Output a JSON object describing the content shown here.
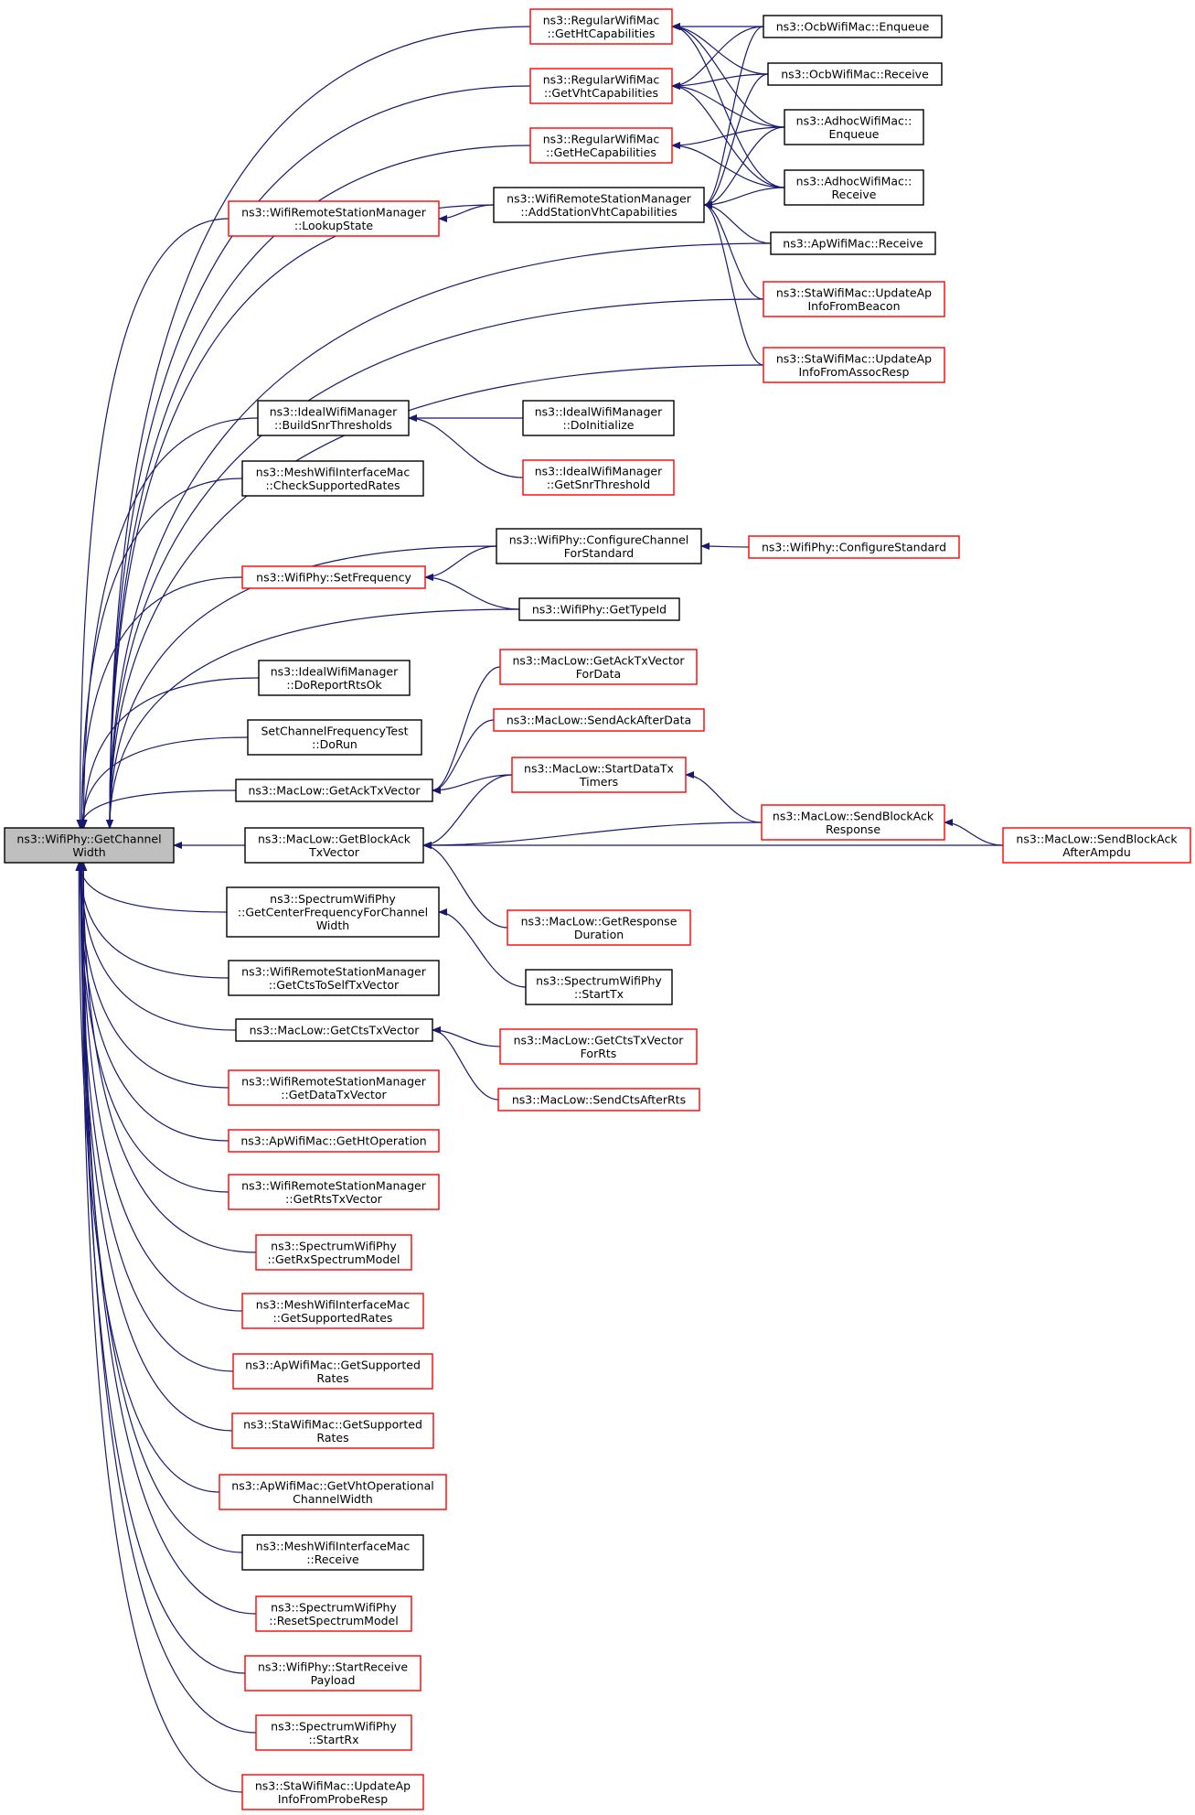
{
  "graph": {
    "root_label": [
      "ns3::WifiPhy::GetChannel",
      "Width"
    ],
    "edge_color": "#191970",
    "root_fill": "#bfbfbf",
    "nodes": [
      {
        "id": "root",
        "lines": [
          "ns3::WifiPhy::GetChannel",
          "Width"
        ],
        "style": "root"
      },
      {
        "id": "ht",
        "lines": [
          "ns3::RegularWifiMac",
          "::GetHtCapabilities"
        ],
        "style": "red"
      },
      {
        "id": "vht",
        "lines": [
          "ns3::RegularWifiMac",
          "::GetVhtCapabilities"
        ],
        "style": "red"
      },
      {
        "id": "he",
        "lines": [
          "ns3::RegularWifiMac",
          "::GetHeCapabilities"
        ],
        "style": "red"
      },
      {
        "id": "lookup",
        "lines": [
          "ns3::WifiRemoteStationManager",
          "::LookupState"
        ],
        "style": "red"
      },
      {
        "id": "addvht",
        "lines": [
          "ns3::WifiRemoteStationManager",
          "::AddStationVhtCapabilities"
        ],
        "style": "black"
      },
      {
        "id": "ocbenq",
        "lines": [
          "ns3::OcbWifiMac::Enqueue"
        ],
        "style": "black"
      },
      {
        "id": "ocbrecv",
        "lines": [
          "ns3::OcbWifiMac::Receive"
        ],
        "style": "black"
      },
      {
        "id": "adhocenq",
        "lines": [
          "ns3::AdhocWifiMac::",
          "Enqueue"
        ],
        "style": "black"
      },
      {
        "id": "adhocrecv",
        "lines": [
          "ns3::AdhocWifiMac::",
          "Receive"
        ],
        "style": "black"
      },
      {
        "id": "aprecv",
        "lines": [
          "ns3::ApWifiMac::Receive"
        ],
        "style": "black"
      },
      {
        "id": "staupdbeacon",
        "lines": [
          "ns3::StaWifiMac::UpdateAp",
          "InfoFromBeacon"
        ],
        "style": "red"
      },
      {
        "id": "staupdassoc",
        "lines": [
          "ns3::StaWifiMac::UpdateAp",
          "InfoFromAssocResp"
        ],
        "style": "red"
      },
      {
        "id": "buildsnr",
        "lines": [
          "ns3::IdealWifiManager",
          "::BuildSnrThresholds"
        ],
        "style": "black"
      },
      {
        "id": "doinit",
        "lines": [
          "ns3::IdealWifiManager",
          "::DoInitialize"
        ],
        "style": "black"
      },
      {
        "id": "getsnr",
        "lines": [
          "ns3::IdealWifiManager",
          "::GetSnrThreshold"
        ],
        "style": "red"
      },
      {
        "id": "checkrates",
        "lines": [
          "ns3::MeshWifiInterfaceMac",
          "::CheckSupportedRates"
        ],
        "style": "black"
      },
      {
        "id": "configchan",
        "lines": [
          "ns3::WifiPhy::ConfigureChannel",
          "ForStandard"
        ],
        "style": "black"
      },
      {
        "id": "configstd",
        "lines": [
          "ns3::WifiPhy::ConfigureStandard"
        ],
        "style": "red"
      },
      {
        "id": "setfreq",
        "lines": [
          "ns3::WifiPhy::SetFrequency"
        ],
        "style": "red"
      },
      {
        "id": "gettypeid",
        "lines": [
          "ns3::WifiPhy::GetTypeId"
        ],
        "style": "black"
      },
      {
        "id": "doreport",
        "lines": [
          "ns3::IdealWifiManager",
          "::DoReportRtsOk"
        ],
        "style": "black"
      },
      {
        "id": "setchantest",
        "lines": [
          "SetChannelFrequencyTest",
          "::DoRun"
        ],
        "style": "black"
      },
      {
        "id": "getacktx",
        "lines": [
          "ns3::MacLow::GetAckTxVector"
        ],
        "style": "black"
      },
      {
        "id": "getacktxdata",
        "lines": [
          "ns3::MacLow::GetAckTxVector",
          "ForData"
        ],
        "style": "red"
      },
      {
        "id": "sendack",
        "lines": [
          "ns3::MacLow::SendAckAfterData"
        ],
        "style": "red"
      },
      {
        "id": "startdata",
        "lines": [
          "ns3::MacLow::StartDataTx",
          "Timers"
        ],
        "style": "red"
      },
      {
        "id": "getblockack",
        "lines": [
          "ns3::MacLow::GetBlockAck",
          "TxVector"
        ],
        "style": "black"
      },
      {
        "id": "sendblockresp",
        "lines": [
          "ns3::MacLow::SendBlockAck",
          "Response"
        ],
        "style": "red"
      },
      {
        "id": "sendblockampdu",
        "lines": [
          "ns3::MacLow::SendBlockAck",
          "AfterAmpdu"
        ],
        "style": "red"
      },
      {
        "id": "getresp",
        "lines": [
          "ns3::MacLow::GetResponse",
          "Duration"
        ],
        "style": "red"
      },
      {
        "id": "getcenter",
        "lines": [
          "ns3::SpectrumWifiPhy",
          "::GetCenterFrequencyForChannel",
          "Width"
        ],
        "style": "black"
      },
      {
        "id": "starttx",
        "lines": [
          "ns3::SpectrumWifiPhy",
          "::StartTx"
        ],
        "style": "black"
      },
      {
        "id": "getctsself",
        "lines": [
          "ns3::WifiRemoteStationManager",
          "::GetCtsToSelfTxVector"
        ],
        "style": "black"
      },
      {
        "id": "getctstx",
        "lines": [
          "ns3::MacLow::GetCtsTxVector"
        ],
        "style": "black"
      },
      {
        "id": "getctstxrts",
        "lines": [
          "ns3::MacLow::GetCtsTxVector",
          "ForRts"
        ],
        "style": "red"
      },
      {
        "id": "sendcts",
        "lines": [
          "ns3::MacLow::SendCtsAfterRts"
        ],
        "style": "red"
      },
      {
        "id": "getdatatx",
        "lines": [
          "ns3::WifiRemoteStationManager",
          "::GetDataTxVector"
        ],
        "style": "red"
      },
      {
        "id": "gethtop",
        "lines": [
          "ns3::ApWifiMac::GetHtOperation"
        ],
        "style": "red"
      },
      {
        "id": "getrtstx",
        "lines": [
          "ns3::WifiRemoteStationManager",
          "::GetRtsTxVector"
        ],
        "style": "red"
      },
      {
        "id": "getrxspec",
        "lines": [
          "ns3::SpectrumWifiPhy",
          "::GetRxSpectrumModel"
        ],
        "style": "red"
      },
      {
        "id": "meshgetsup",
        "lines": [
          "ns3::MeshWifiInterfaceMac",
          "::GetSupportedRates"
        ],
        "style": "red"
      },
      {
        "id": "apgetsup",
        "lines": [
          "ns3::ApWifiMac::GetSupported",
          "Rates"
        ],
        "style": "red"
      },
      {
        "id": "stagetsup",
        "lines": [
          "ns3::StaWifiMac::GetSupported",
          "Rates"
        ],
        "style": "red"
      },
      {
        "id": "apvhtop",
        "lines": [
          "ns3::ApWifiMac::GetVhtOperational",
          "ChannelWidth"
        ],
        "style": "red"
      },
      {
        "id": "meshrecv",
        "lines": [
          "ns3::MeshWifiInterfaceMac",
          "::Receive"
        ],
        "style": "black"
      },
      {
        "id": "resetspec",
        "lines": [
          "ns3::SpectrumWifiPhy",
          "::ResetSpectrumModel"
        ],
        "style": "red"
      },
      {
        "id": "startrecvpayload",
        "lines": [
          "ns3::WifiPhy::StartReceive",
          "Payload"
        ],
        "style": "red"
      },
      {
        "id": "startrx",
        "lines": [
          "ns3::SpectrumWifiPhy",
          "::StartRx"
        ],
        "style": "red"
      },
      {
        "id": "staupdprobe",
        "lines": [
          "ns3::StaWifiMac::UpdateAp",
          "InfoFromProbeResp"
        ],
        "style": "red"
      }
    ],
    "edges": [
      [
        "ht",
        "root"
      ],
      [
        "vht",
        "root"
      ],
      [
        "he",
        "root"
      ],
      [
        "addvht",
        "root"
      ],
      [
        "lookup",
        "root"
      ],
      [
        "aprecv",
        "root"
      ],
      [
        "staupdbeacon",
        "root"
      ],
      [
        "staupdassoc",
        "root"
      ],
      [
        "buildsnr",
        "root"
      ],
      [
        "checkrates",
        "root"
      ],
      [
        "configchan",
        "root"
      ],
      [
        "setfreq",
        "root"
      ],
      [
        "gettypeid",
        "root"
      ],
      [
        "doreport",
        "root"
      ],
      [
        "setchantest",
        "root"
      ],
      [
        "getacktx",
        "root"
      ],
      [
        "getblockack",
        "root"
      ],
      [
        "getcenter",
        "root"
      ],
      [
        "getctsself",
        "root"
      ],
      [
        "getctstx",
        "root"
      ],
      [
        "getdatatx",
        "root"
      ],
      [
        "gethtop",
        "root"
      ],
      [
        "getrtstx",
        "root"
      ],
      [
        "getrxspec",
        "root"
      ],
      [
        "meshgetsup",
        "root"
      ],
      [
        "apgetsup",
        "root"
      ],
      [
        "stagetsup",
        "root"
      ],
      [
        "apvhtop",
        "root"
      ],
      [
        "meshrecv",
        "root"
      ],
      [
        "resetspec",
        "root"
      ],
      [
        "startrecvpayload",
        "root"
      ],
      [
        "startrx",
        "root"
      ],
      [
        "staupdprobe",
        "root"
      ],
      [
        "ocbenq",
        "ht"
      ],
      [
        "ocbrecv",
        "ht"
      ],
      [
        "adhocenq",
        "ht"
      ],
      [
        "adhocrecv",
        "ht"
      ],
      [
        "ocbenq",
        "vht"
      ],
      [
        "ocbrecv",
        "vht"
      ],
      [
        "adhocenq",
        "vht"
      ],
      [
        "adhocrecv",
        "vht"
      ],
      [
        "adhocenq",
        "he"
      ],
      [
        "adhocrecv",
        "he"
      ],
      [
        "addvht",
        "lookup"
      ],
      [
        "ocbenq",
        "addvht"
      ],
      [
        "ocbrecv",
        "addvht"
      ],
      [
        "adhocenq",
        "addvht"
      ],
      [
        "adhocrecv",
        "addvht"
      ],
      [
        "aprecv",
        "addvht"
      ],
      [
        "staupdbeacon",
        "addvht"
      ],
      [
        "staupdassoc",
        "addvht"
      ],
      [
        "doinit",
        "buildsnr"
      ],
      [
        "getsnr",
        "buildsnr"
      ],
      [
        "configstd",
        "configchan"
      ],
      [
        "configchan",
        "setfreq"
      ],
      [
        "gettypeid",
        "setfreq"
      ],
      [
        "getacktxdata",
        "getacktx"
      ],
      [
        "sendack",
        "getacktx"
      ],
      [
        "startdata",
        "getacktx"
      ],
      [
        "startdata",
        "getblockack"
      ],
      [
        "sendblockresp",
        "getblockack"
      ],
      [
        "sendblockampdu",
        "getblockack"
      ],
      [
        "getresp",
        "getblockack"
      ],
      [
        "sendblockresp",
        "startdata"
      ],
      [
        "sendblockampdu",
        "sendblockresp"
      ],
      [
        "starttx",
        "getcenter"
      ],
      [
        "getctstxrts",
        "getctstx"
      ],
      [
        "sendcts",
        "getctstx"
      ]
    ]
  }
}
